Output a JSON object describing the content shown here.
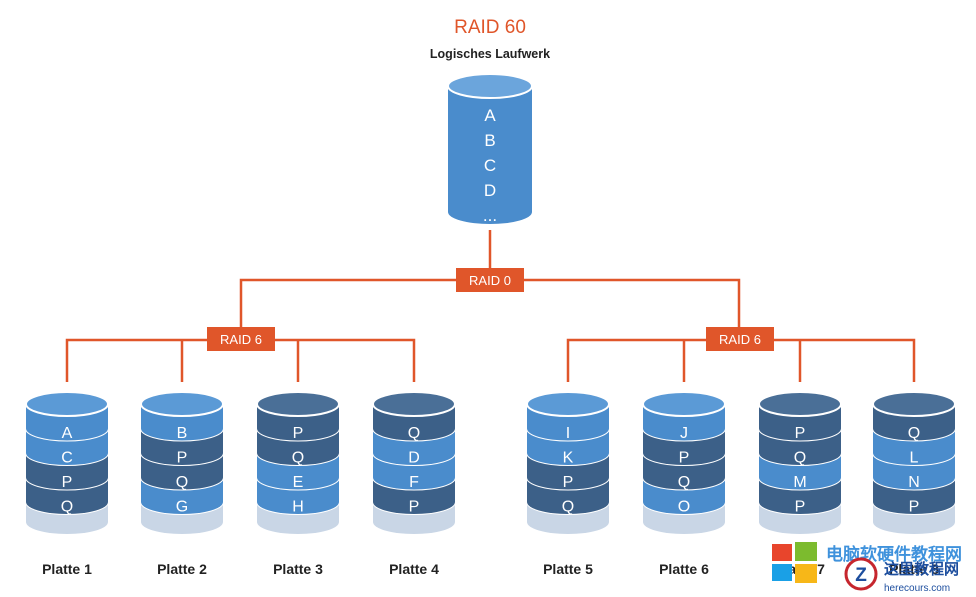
{
  "title": "RAID 60",
  "subtitle": "Logisches Laufwerk",
  "logical_drive": {
    "letters": [
      "A",
      "B",
      "C",
      "D",
      "..."
    ]
  },
  "raid0_label": "RAID 0",
  "groups": [
    {
      "label": "RAID 6"
    },
    {
      "label": "RAID 6"
    }
  ],
  "disks": [
    {
      "name": "Platte 1",
      "blocks": [
        "A",
        "C",
        "P",
        "Q"
      ],
      "types": [
        "data",
        "data",
        "parity",
        "parity"
      ]
    },
    {
      "name": "Platte 2",
      "blocks": [
        "B",
        "P",
        "Q",
        "G"
      ],
      "types": [
        "data",
        "parity",
        "parity",
        "data"
      ]
    },
    {
      "name": "Platte 3",
      "blocks": [
        "P",
        "Q",
        "E",
        "H"
      ],
      "types": [
        "parity",
        "parity",
        "data",
        "data"
      ]
    },
    {
      "name": "Platte 4",
      "blocks": [
        "Q",
        "D",
        "F",
        "P"
      ],
      "types": [
        "parity",
        "data",
        "data",
        "parity"
      ]
    },
    {
      "name": "Platte 5",
      "blocks": [
        "I",
        "K",
        "P",
        "Q"
      ],
      "types": [
        "data",
        "data",
        "parity",
        "parity"
      ]
    },
    {
      "name": "Platte 6",
      "blocks": [
        "J",
        "P",
        "Q",
        "O"
      ],
      "types": [
        "data",
        "parity",
        "parity",
        "data"
      ]
    },
    {
      "name": "Platte 7",
      "blocks": [
        "P",
        "Q",
        "M",
        "P"
      ],
      "types": [
        "parity",
        "parity",
        "data",
        "parity"
      ]
    },
    {
      "name": "Platte 8",
      "blocks": [
        "Q",
        "L",
        "N",
        "P"
      ],
      "types": [
        "parity",
        "data",
        "data",
        "parity"
      ]
    }
  ],
  "colors": {
    "orange": "#e0562a",
    "data_blue": "#4a8ccc",
    "parity_dark": "#3c6088",
    "base_light": "#c9d6e6"
  },
  "watermark": {
    "cn_title": "电脑软硬件教程网",
    "cn_small": "这里教程网",
    "url": "herecours.com"
  }
}
